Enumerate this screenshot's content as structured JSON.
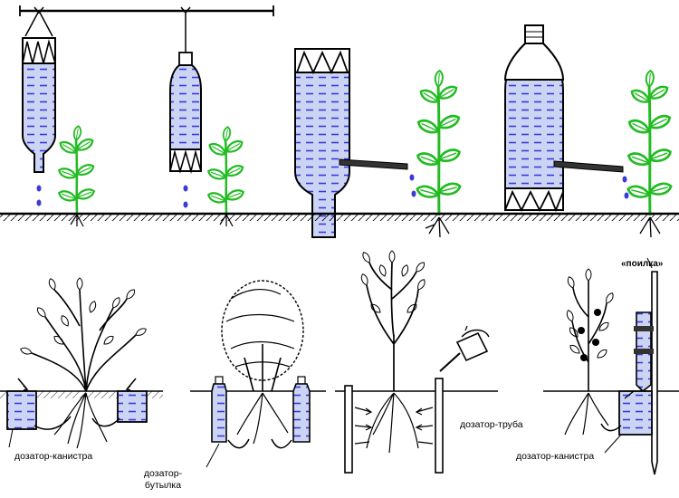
{
  "labels": {
    "canister_left": "дозатор-канистра",
    "bottle_line1": "дозатор-",
    "bottle_line2": "бутылка",
    "pipe": "дозатор-труба",
    "poilka": "«поилка»",
    "canister_right": "дозатор-канистра"
  },
  "colors": {
    "water": "#3a3ad8",
    "water_fill": "#ccd4f4",
    "plant": "#22bb22",
    "ink": "#000000"
  }
}
